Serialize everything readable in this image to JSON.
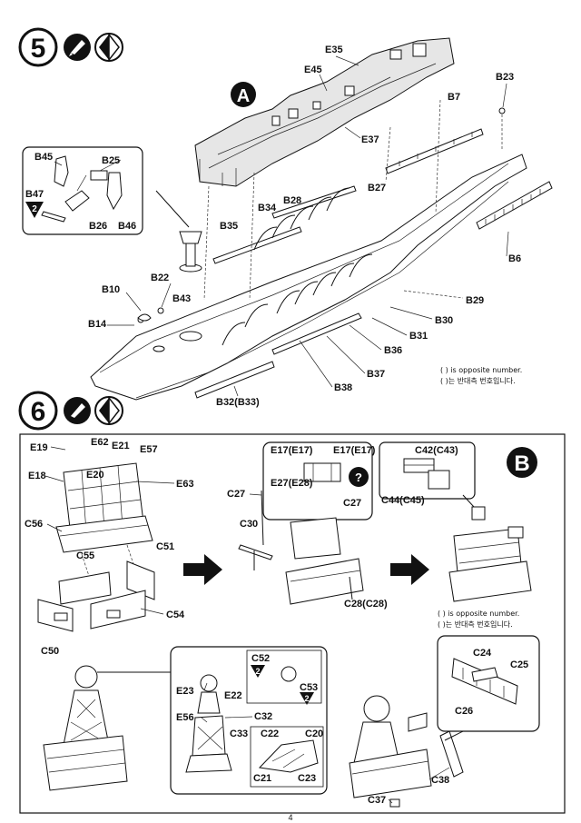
{
  "page": {
    "number": "4"
  },
  "step5": {
    "number": "5",
    "icons": [
      "glue-icon",
      "both-sides-icon"
    ],
    "callout": "A",
    "labels": {
      "E35": "E35",
      "E45": "E45",
      "E37": "E37",
      "B23": "B23",
      "B7": "B7",
      "B27": "B27",
      "B6": "B6",
      "B45": "B45",
      "B25": "B25",
      "B47": "B47",
      "B47_step": "2",
      "B26": "B26",
      "B46": "B46",
      "B34": "B34",
      "B28": "B28",
      "B35": "B35",
      "B22": "B22",
      "B10": "B10",
      "B43": "B43",
      "B14": "B14",
      "B29": "B29",
      "B30": "B30",
      "B31": "B31",
      "B36": "B36",
      "B37": "B37",
      "B38": "B38",
      "B32": "B32(B33)"
    },
    "note_en": "( ) is opposite number.",
    "note_ko": "( )는 반대측 번호입니다."
  },
  "step6": {
    "number": "6",
    "icons": [
      "glue-icon",
      "both-sides-icon"
    ],
    "callout": "B",
    "labels": {
      "E19": "E19",
      "E62": "E62",
      "E21": "E21",
      "E57": "E57",
      "E18": "E18",
      "E20": "E20",
      "E63": "E63",
      "C56": "C56",
      "C55": "C55",
      "C51": "C51",
      "C54": "C54",
      "E17a": "E17(E17)",
      "E17b": "E17(E17)",
      "E27": "E27(E28)",
      "C27a": "C27",
      "C27b": "C27",
      "C30": "C30",
      "C28": "C28(C28)",
      "C42": "C42(C43)",
      "C44": "C44(C45)",
      "C50": "C50",
      "C52": "C52",
      "C52_step": "2",
      "C53": "C53",
      "C53_step": "2",
      "E23": "E23",
      "E22": "E22",
      "E56": "E56",
      "C32": "C32",
      "C33": "C33",
      "C22": "C22",
      "C20": "C20",
      "C21": "C21",
      "C23": "C23",
      "C24": "C24",
      "C25": "C25",
      "C26": "C26",
      "C38": "C38",
      "C37": "C37"
    },
    "note_en": "( ) is opposite number.",
    "note_ko": "( )는 반대측 번호입니다."
  }
}
